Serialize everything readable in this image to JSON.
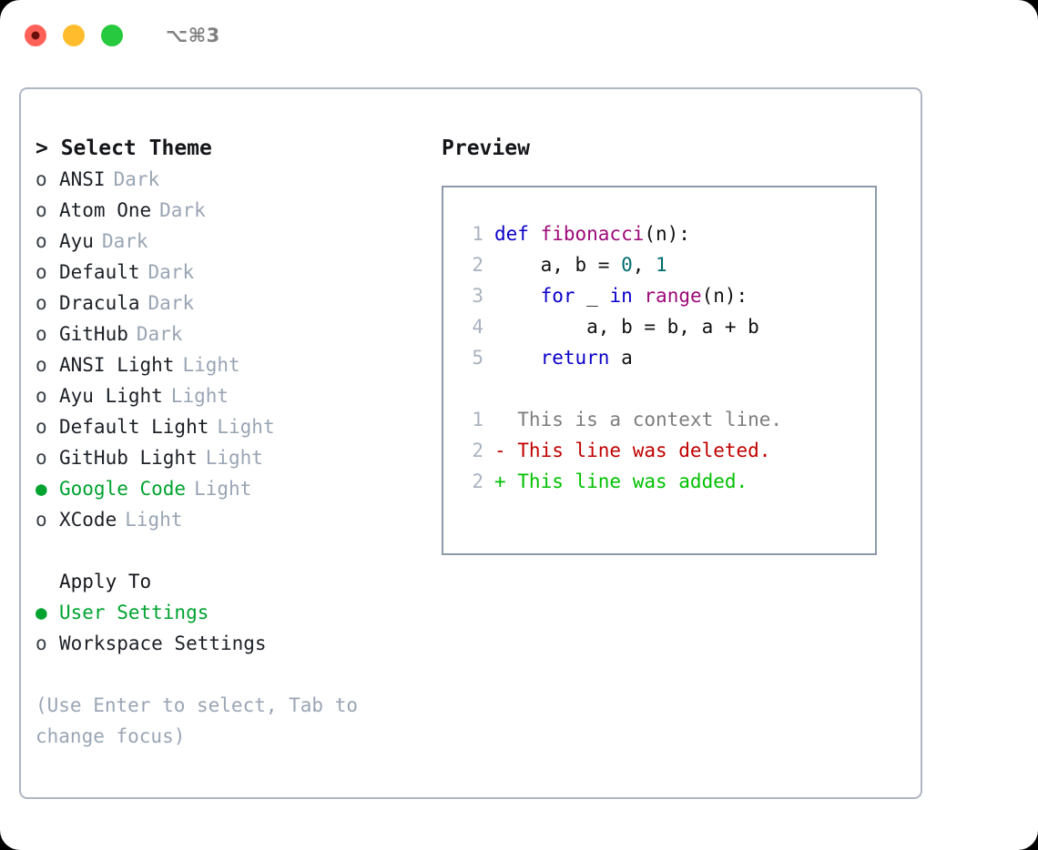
{
  "titlebar": {
    "shortcut": "⌥⌘3",
    "buttons": [
      {
        "name": "close",
        "color": "#ff6159"
      },
      {
        "name": "minimize",
        "color": "#ffbd2e"
      },
      {
        "name": "maximize",
        "color": "#27c93f"
      }
    ]
  },
  "left": {
    "header": "> Select Theme",
    "themes": [
      {
        "marker": "o",
        "label": "ANSI",
        "badge": "Dark",
        "selected": false
      },
      {
        "marker": "o",
        "label": "Atom One",
        "badge": "Dark",
        "selected": false
      },
      {
        "marker": "o",
        "label": "Ayu",
        "badge": "Dark",
        "selected": false
      },
      {
        "marker": "o",
        "label": "Default",
        "badge": "Dark",
        "selected": false
      },
      {
        "marker": "o",
        "label": "Dracula",
        "badge": "Dark",
        "selected": false
      },
      {
        "marker": "o",
        "label": "GitHub",
        "badge": "Dark",
        "selected": false
      },
      {
        "marker": "o",
        "label": "ANSI Light",
        "badge": "Light",
        "selected": false
      },
      {
        "marker": "o",
        "label": "Ayu Light",
        "badge": "Light",
        "selected": false
      },
      {
        "marker": "o",
        "label": "Default Light",
        "badge": "Light",
        "selected": false
      },
      {
        "marker": "o",
        "label": "GitHub Light",
        "badge": "Light",
        "selected": false
      },
      {
        "marker": "●",
        "label": "Google Code",
        "badge": "Light",
        "selected": true
      },
      {
        "marker": "o",
        "label": "XCode",
        "badge": "Light",
        "selected": false
      }
    ],
    "apply_header": "Apply To",
    "apply_options": [
      {
        "marker": "●",
        "label": "User Settings",
        "selected": true
      },
      {
        "marker": "o",
        "label": "Workspace Settings",
        "selected": false
      }
    ],
    "hint": "(Use Enter to select, Tab to change focus)"
  },
  "right": {
    "title": "Preview",
    "code_lines": [
      {
        "ln": "1",
        "tokens": [
          {
            "t": "def ",
            "c": "kw"
          },
          {
            "t": "fibonacci",
            "c": "fn"
          },
          {
            "t": "(n):",
            "c": "pl"
          }
        ]
      },
      {
        "ln": "2",
        "tokens": [
          {
            "t": "    a, b = ",
            "c": "pl"
          },
          {
            "t": "0",
            "c": "num"
          },
          {
            "t": ", ",
            "c": "pl"
          },
          {
            "t": "1",
            "c": "num"
          }
        ]
      },
      {
        "ln": "3",
        "tokens": [
          {
            "t": "    ",
            "c": "pl"
          },
          {
            "t": "for",
            "c": "kw"
          },
          {
            "t": " _ ",
            "c": "pl"
          },
          {
            "t": "in",
            "c": "kw"
          },
          {
            "t": " ",
            "c": "pl"
          },
          {
            "t": "range",
            "c": "fn"
          },
          {
            "t": "(n):",
            "c": "pl"
          }
        ]
      },
      {
        "ln": "4",
        "tokens": [
          {
            "t": "        a, b = b, a + b",
            "c": "pl"
          }
        ]
      },
      {
        "ln": "5",
        "tokens": [
          {
            "t": "    ",
            "c": "pl"
          },
          {
            "t": "return",
            "c": "kw"
          },
          {
            "t": " a",
            "c": "pl"
          }
        ]
      }
    ],
    "diff_lines": [
      {
        "ln": "1",
        "text": "  This is a context line.",
        "kind": "ctx"
      },
      {
        "ln": "2",
        "text": "- This line was deleted.",
        "kind": "del"
      },
      {
        "ln": "2",
        "text": "+ This line was added.",
        "kind": "add"
      }
    ]
  },
  "colors": {
    "selected_green": "#00a32f",
    "badge_grey": "#9aa5b4",
    "panel_border": "#aeb6c2",
    "preview_border": "#8d99a9",
    "keyword": "#0a00c8",
    "function": "#9c0a78",
    "number": "#006c6c",
    "diff_deleted": "#c00000",
    "diff_added": "#00c000",
    "diff_context": "#7d7d7d"
  }
}
